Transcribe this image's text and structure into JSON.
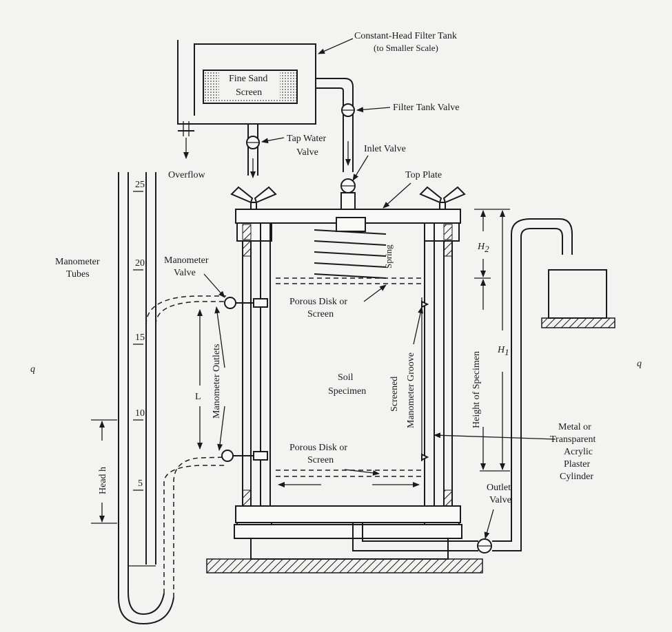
{
  "labels": {
    "filter_tank_line1": "Constant-Head Filter Tank",
    "filter_tank_line2": "(to Smaller Scale)",
    "fine_sand": "Fine Sand",
    "screen": "Screen",
    "filter_tank_valve": "Filter Tank Valve",
    "tap_water_valve_line1": "Tap Water",
    "tap_water_valve_line2": "Valve",
    "inlet_valve": "Inlet Valve",
    "top_plate": "Top Plate",
    "overflow": "Overflow",
    "manometer_tubes_line1": "Manometer",
    "manometer_tubes_line2": "Tubes",
    "manometer_valve_line1": "Manometer",
    "manometer_valve_line2": "Valve",
    "spring": "Spring",
    "porous_disk_top_line1": "Porous Disk or",
    "porous_disk_top_line2": "Screen",
    "soil_specimen_line1": "Soil",
    "soil_specimen_line2": "Specimen",
    "manometer_outlets": "Manometer Outlets",
    "screened_groove_line1": "Screened",
    "screened_groove_line2": "Manometer Groove",
    "height_of_specimen": "Height of Specimen",
    "h2": "H",
    "h2_sub": "2",
    "h1": "H",
    "h1_sub": "1",
    "length_l": "L",
    "q_left": "q",
    "q_right": "q",
    "head_h": "Head h",
    "cylinder_line1": "Metal or",
    "cylinder_line2": "Transparent",
    "cylinder_line3": "Acrylic",
    "cylinder_line4": "Plaster",
    "cylinder_line5": "Cylinder",
    "porous_disk_bottom_line1": "Porous Disk or",
    "porous_disk_bottom_line2": "Screen",
    "outlet_valve_line1": "Outlet",
    "outlet_valve_line2": "Valve"
  },
  "scale_marks": [
    "25",
    "20",
    "15",
    "10",
    "5"
  ]
}
